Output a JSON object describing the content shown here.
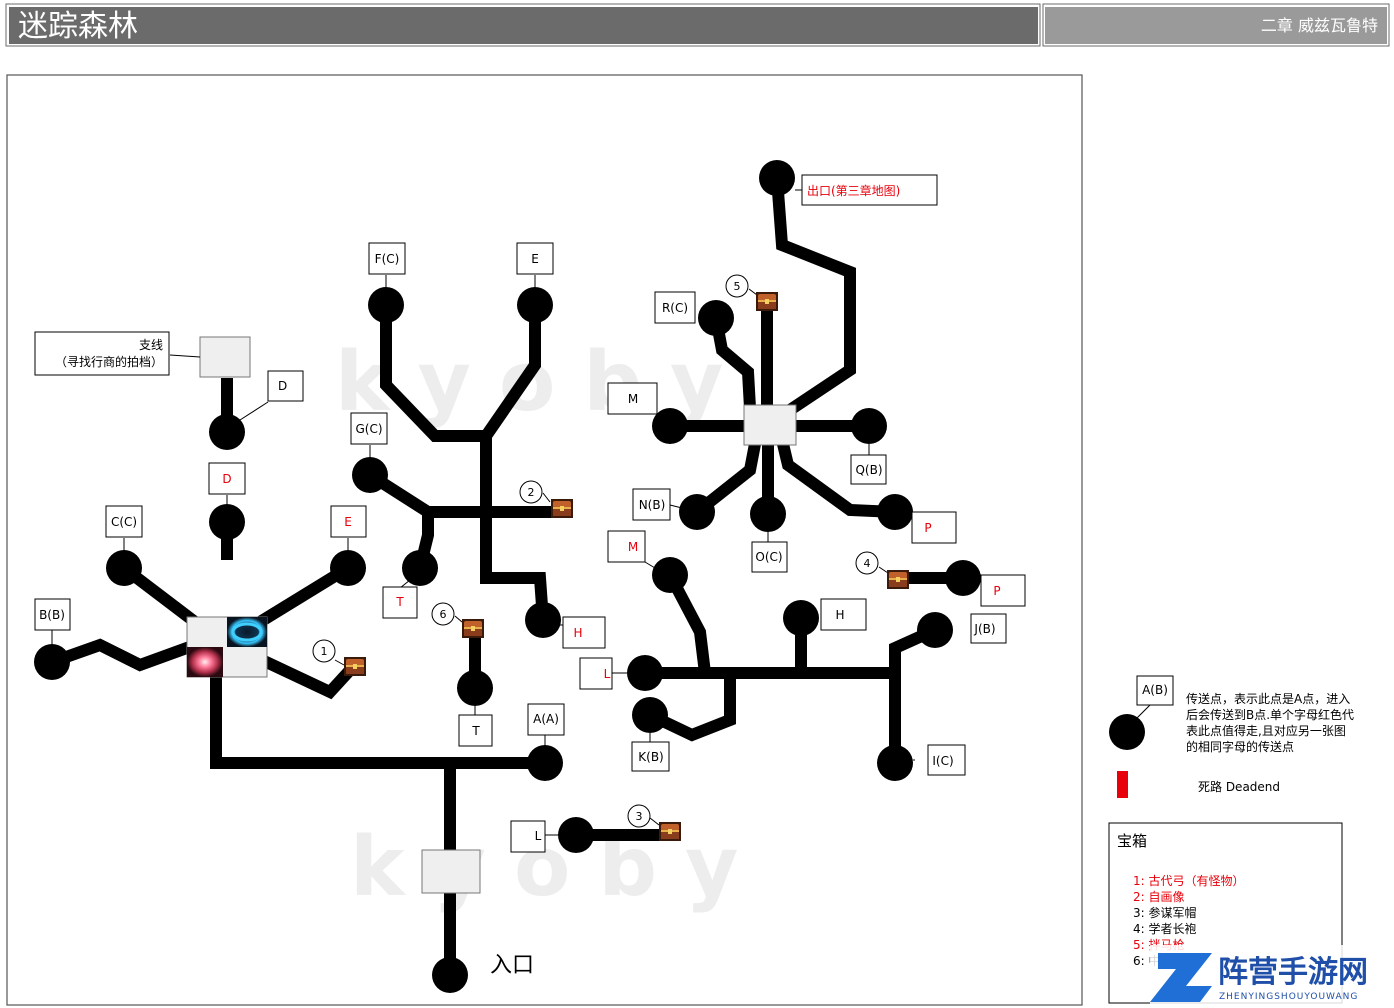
{
  "header": {
    "title": "迷踪森林",
    "chapter": "二章 威兹瓦鲁特"
  },
  "colors": {
    "header_dark": "#6b6b6b",
    "header_light": "#9a9a9a",
    "path": "#000000",
    "hub_fill": "#efefef",
    "red_text": "#e8000b",
    "deadend": "#e8000b",
    "chest": "#8a3d1c",
    "watermark": "#ececec"
  },
  "map": {
    "watermark_text": "kyoby",
    "entrance_label": "入口",
    "exit_label": "出口(第三章地图)",
    "branch_label_line1": "支线",
    "branch_label_line2": "（寻找行商的拍档）",
    "labels": {
      "FC": "F(C)",
      "E_top": "E",
      "D_left": "D",
      "GC": "G(C)",
      "D_red": "D",
      "CC": "C(C)",
      "E_red": "E",
      "BB": "B(B)",
      "T_red": "T",
      "T": "T",
      "H_red": "H",
      "AA": "A(A)",
      "L_low": "L",
      "RC": "R(C)",
      "M": "M",
      "QB": "Q(B)",
      "NB": "N(B)",
      "OC": "O(C)",
      "P_red1": "P",
      "M_red": "M",
      "P_red2": "P",
      "H": "H",
      "JB": "J(B)",
      "L_red": "L",
      "KB": "K(B)",
      "IC": "I(C)"
    },
    "chest_numbers": [
      "1",
      "2",
      "3",
      "4",
      "5",
      "6"
    ]
  },
  "legend": {
    "teleport_label": "A(B)",
    "teleport_desc_1": "传送点，表示此点是A点，进入",
    "teleport_desc_2": "后会传送到B点.单个字母红色代",
    "teleport_desc_3": "表此点值得走,且对应另一张图",
    "teleport_desc_4": "的相同字母的传送点",
    "deadend_label": "死路 Deadend"
  },
  "chests": {
    "title": "宝箱",
    "items": [
      {
        "text": "1: 古代弓（有怪物）",
        "color": "#e8000b"
      },
      {
        "text": "2: 自画像",
        "color": "#e8000b"
      },
      {
        "text": "3: 参谋军帽",
        "color": "#000000"
      },
      {
        "text": "4: 学者长袍",
        "color": "#000000"
      },
      {
        "text": "5: 拌马枪",
        "color": "#e8000b"
      },
      {
        "text": "6: 中",
        "color": "#000000"
      }
    ]
  },
  "brand": {
    "name": "阵营手游网",
    "sub": "ZHENYINGSHOUYOUWANG"
  }
}
